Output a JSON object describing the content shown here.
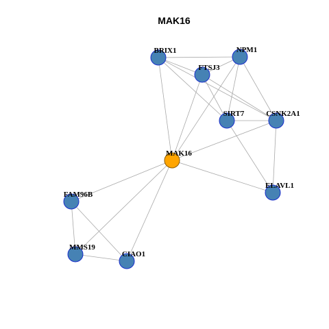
{
  "title": "MAK16",
  "colors": {
    "node_fill": "#4682B4",
    "node_stroke": "#1a2ecc",
    "center_fill": "#FFA500",
    "center_stroke": "#8a5a00",
    "edge": "#a8a8a8"
  },
  "nodes": [
    {
      "id": "BRIX1",
      "label": "BRIX1",
      "center": false
    },
    {
      "id": "NPM1",
      "label": "NPM1",
      "center": false
    },
    {
      "id": "FTSJ3",
      "label": "FTSJ3",
      "center": false
    },
    {
      "id": "CSNK2A1",
      "label": "CSNK2A1",
      "center": false
    },
    {
      "id": "SIRT7",
      "label": "SIRT7",
      "center": false
    },
    {
      "id": "MAK16",
      "label": "MAK16",
      "center": true
    },
    {
      "id": "ELAVL1",
      "label": "ELAVL1",
      "center": false
    },
    {
      "id": "FAM96B",
      "label": "FAM96B",
      "center": false
    },
    {
      "id": "MMS19",
      "label": "MMS19",
      "center": false
    },
    {
      "id": "CIAO1",
      "label": "CIAO1",
      "center": false
    }
  ],
  "edges": [
    [
      "BRIX1",
      "NPM1"
    ],
    [
      "BRIX1",
      "FTSJ3"
    ],
    [
      "BRIX1",
      "SIRT7"
    ],
    [
      "BRIX1",
      "CSNK2A1"
    ],
    [
      "BRIX1",
      "MAK16"
    ],
    [
      "NPM1",
      "FTSJ3"
    ],
    [
      "NPM1",
      "SIRT7"
    ],
    [
      "NPM1",
      "CSNK2A1"
    ],
    [
      "NPM1",
      "MAK16"
    ],
    [
      "FTSJ3",
      "SIRT7"
    ],
    [
      "FTSJ3",
      "CSNK2A1"
    ],
    [
      "FTSJ3",
      "MAK16"
    ],
    [
      "SIRT7",
      "CSNK2A1"
    ],
    [
      "SIRT7",
      "ELAVL1"
    ],
    [
      "CSNK2A1",
      "MAK16"
    ],
    [
      "CSNK2A1",
      "ELAVL1"
    ],
    [
      "MAK16",
      "ELAVL1"
    ],
    [
      "MAK16",
      "FAM96B"
    ],
    [
      "MAK16",
      "MMS19"
    ],
    [
      "MAK16",
      "CIAO1"
    ],
    [
      "FAM96B",
      "MMS19"
    ],
    [
      "FAM96B",
      "CIAO1"
    ],
    [
      "MMS19",
      "CIAO1"
    ]
  ]
}
